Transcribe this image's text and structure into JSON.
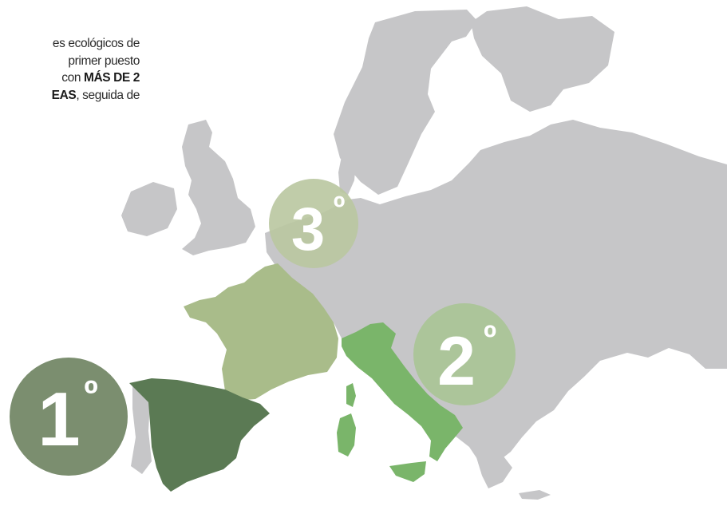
{
  "intro_text": {
    "line1": "es ecológicos de",
    "line2": "primer puesto",
    "line3_prefix": "con ",
    "line3_bold": "MÁS DE 2",
    "line4_bold": "EAS",
    "line4_suffix": ", seguida de"
  },
  "rankings": [
    {
      "rank": "1",
      "degree": "º",
      "country": "Spain",
      "color": "#5b7a54"
    },
    {
      "rank": "2",
      "degree": "º",
      "country": "Italy",
      "color": "#7ab56a"
    },
    {
      "rank": "3",
      "degree": "º",
      "country": "France",
      "color": "#a9bc8a"
    }
  ],
  "colors": {
    "land": "#c6c6c8",
    "spain": "#5b7a54",
    "italy": "#7ab56a",
    "france": "#a9bc8a",
    "badge1": "#7b8e6f",
    "badge2": "#a9c593",
    "badge3": "#b9c7a0"
  }
}
